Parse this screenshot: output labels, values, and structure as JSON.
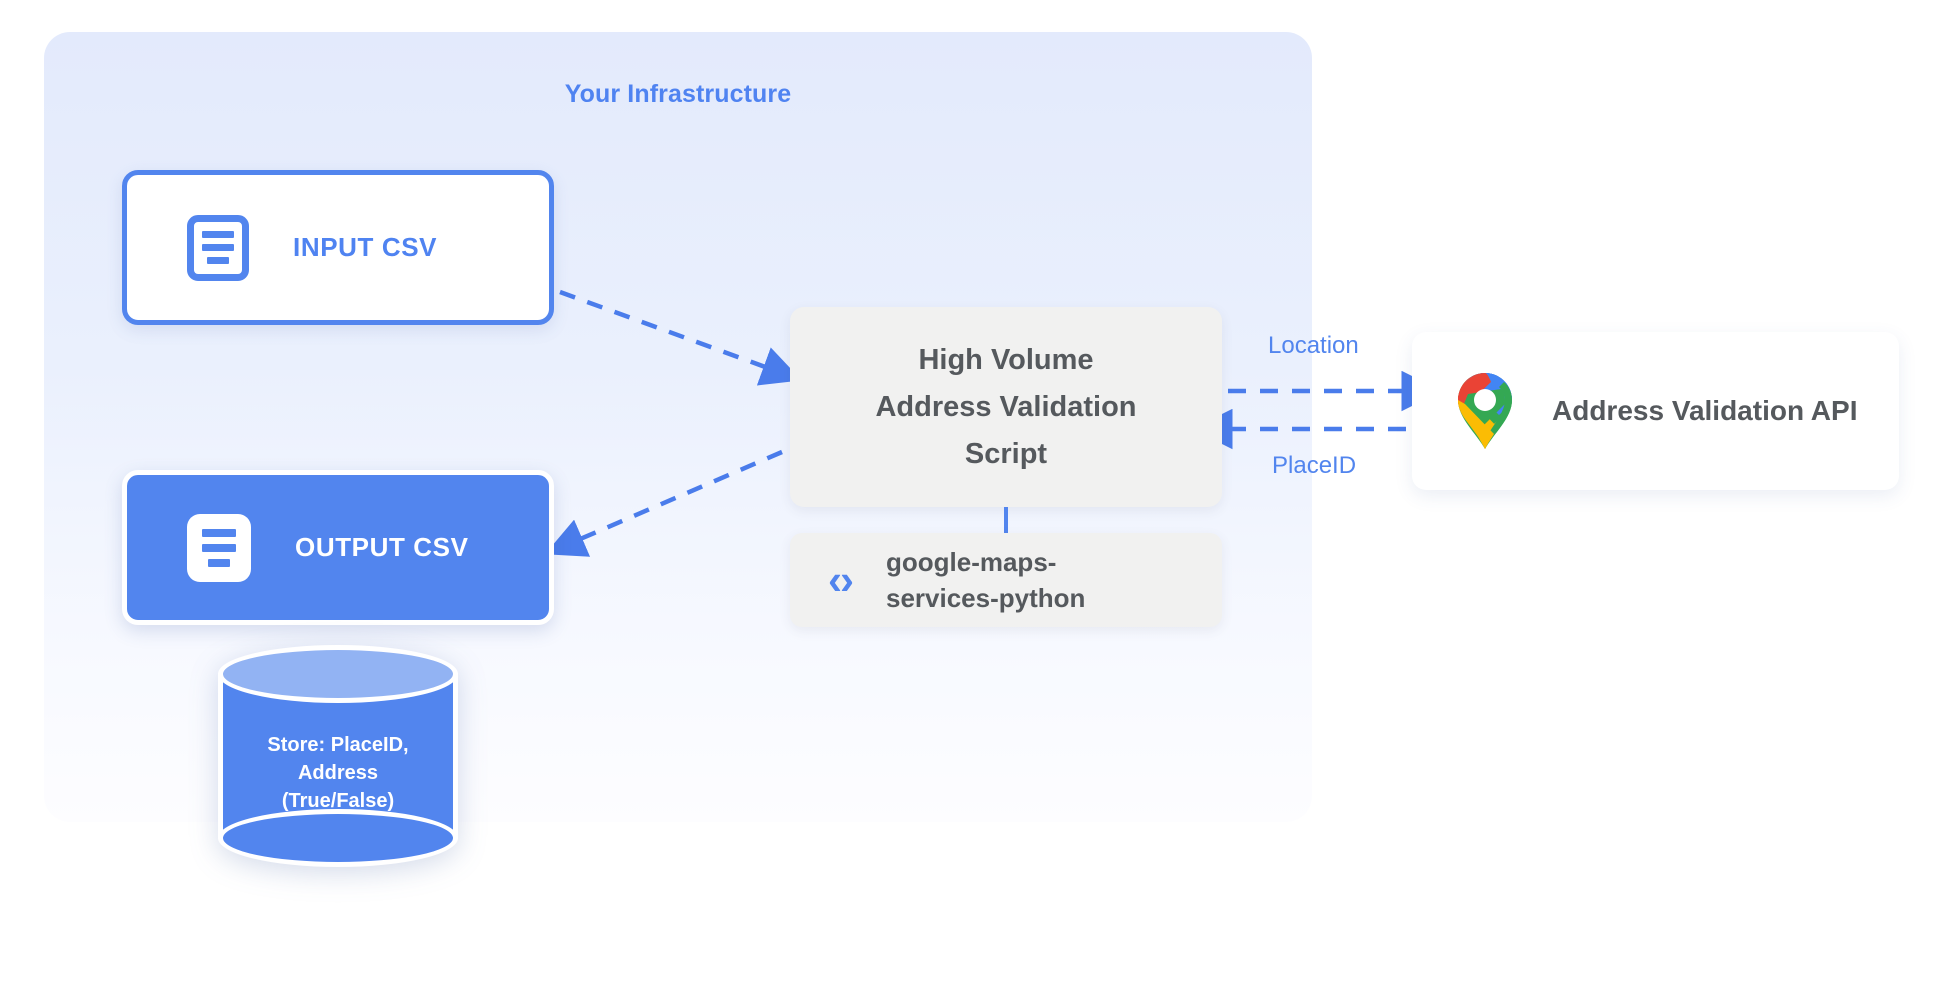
{
  "diagram": {
    "panel": {
      "title": "Your Infrastructure"
    },
    "nodes": {
      "input_csv": {
        "label": "INPUT CSV",
        "icon": "document-icon"
      },
      "output_csv": {
        "label": "OUTPUT CSV",
        "icon": "document-icon"
      },
      "database": {
        "label_line1": "Store: PlaceID,",
        "label_line2": "Address",
        "label_line3": "(True/False)"
      },
      "script": {
        "label_line1": "High Volume",
        "label_line2": "Address Validation",
        "label_line3": "Script"
      },
      "library": {
        "label_line1": "google-maps-",
        "label_line2": "services-python",
        "icon": "code-brackets-icon"
      },
      "api": {
        "label": "Address Validation API",
        "icon": "google-maps-pin-icon"
      }
    },
    "edges": [
      {
        "name": "input-to-script",
        "label": "",
        "style": "dashed",
        "direction": "right"
      },
      {
        "name": "script-to-output",
        "label": "",
        "style": "dashed",
        "direction": "left"
      },
      {
        "name": "script-to-api",
        "label": "Location",
        "style": "dashed",
        "direction": "right"
      },
      {
        "name": "api-to-script",
        "label": "PlaceID",
        "style": "dashed",
        "direction": "left"
      },
      {
        "name": "script-to-library",
        "label": "",
        "style": "solid",
        "direction": "none"
      }
    ],
    "colors": {
      "accent_blue": "#5285ee",
      "panel_top": "#e3eafc",
      "panel_bottom": "#fdfdff",
      "box_gray": "#f1f1f0",
      "text_gray": "#55595d",
      "db_top": "#92b3f3",
      "maps_blue": "#4285f4",
      "maps_red": "#ea4335",
      "maps_yellow": "#fbbc04",
      "maps_green": "#34a853"
    }
  }
}
